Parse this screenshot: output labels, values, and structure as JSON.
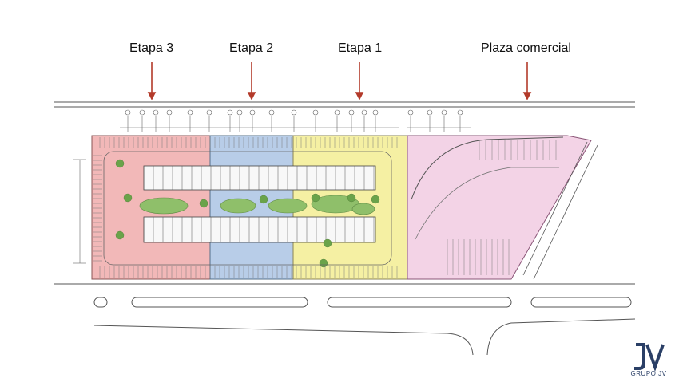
{
  "labels": {
    "stage3": "Etapa 3",
    "stage2": "Etapa 2",
    "stage1": "Etapa 1",
    "commercial": "Plaza comercial"
  },
  "logo": {
    "text": "GRUPO JV"
  },
  "colors": {
    "stage3": "#f2b8b8",
    "stage2": "#b8cde8",
    "stage1": "#f5f0a3",
    "commercial": "#f3d3e6",
    "garden": "#8fbf6a",
    "line": "#333333",
    "arrow": "#b33a2a",
    "logo": "#2a3f66"
  }
}
